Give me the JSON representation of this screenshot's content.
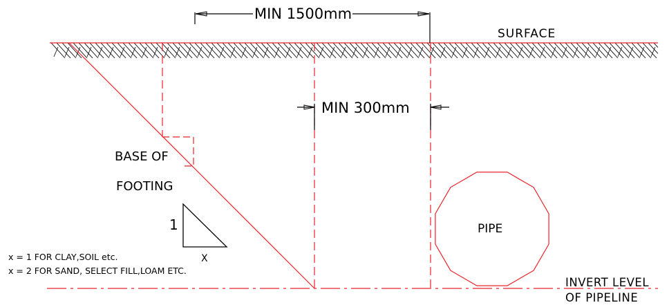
{
  "labels": {
    "surface": "SURFACE",
    "min_1500": "MIN 1500mm",
    "min_300": "MIN 300mm",
    "base_of": "BASE OF",
    "footing": "FOOTING",
    "pipe": "PIPE",
    "slope_rise": "1",
    "slope_run": "X",
    "note_clay": "x = 1 FOR CLAY,SOIL etc.",
    "note_sand": "x = 2 FOR SAND, SELECT FILL,LOAM ETC.",
    "invert_level": "INVERT LEVEL",
    "of_pipeline": "OF PIPELINE"
  },
  "colors": {
    "linework": "#e8232a",
    "hatch": "#000000",
    "text": "#000000"
  }
}
